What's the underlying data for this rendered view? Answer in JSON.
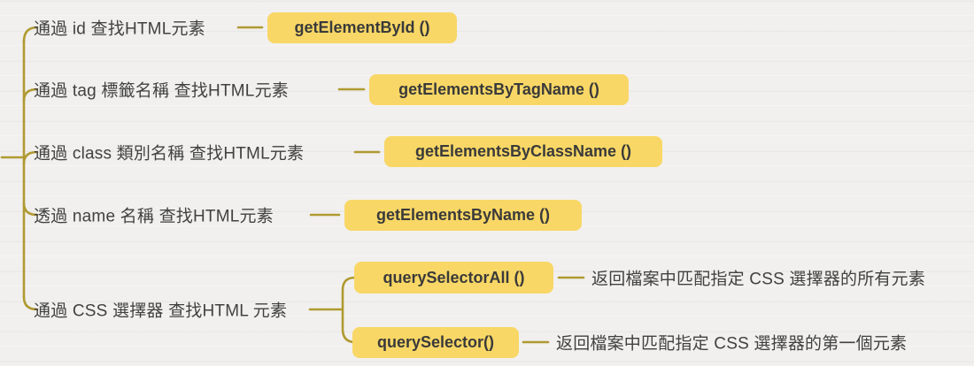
{
  "palette": {
    "line": "#b09a31",
    "badge_bg": "#f8d766",
    "badge_text": "#3a3a3a",
    "label_text": "#414141",
    "background": "#f1f0ee"
  },
  "mindmap": {
    "branches": [
      {
        "label": "通過 id 查找HTML元素",
        "method": "getElementById ()"
      },
      {
        "label": "通過 tag 標籤名稱 查找HTML元素",
        "method": "getElementsByTagName ()"
      },
      {
        "label": "通過 class 類別名稱 查找HTML元素",
        "method": "getElementsByClassName ()"
      },
      {
        "label": "透過 name 名稱 查找HTML元素",
        "method": "getElementsByName ()"
      },
      {
        "label": "通過 CSS 選擇器 查找HTML 元素",
        "children": [
          {
            "method": "querySelectorAll ()",
            "description": "返回檔案中匹配指定 CSS 選擇器的所有元素"
          },
          {
            "method": "querySelector()",
            "description": "返回檔案中匹配指定 CSS 選擇器的第一個元素"
          }
        ]
      }
    ]
  }
}
